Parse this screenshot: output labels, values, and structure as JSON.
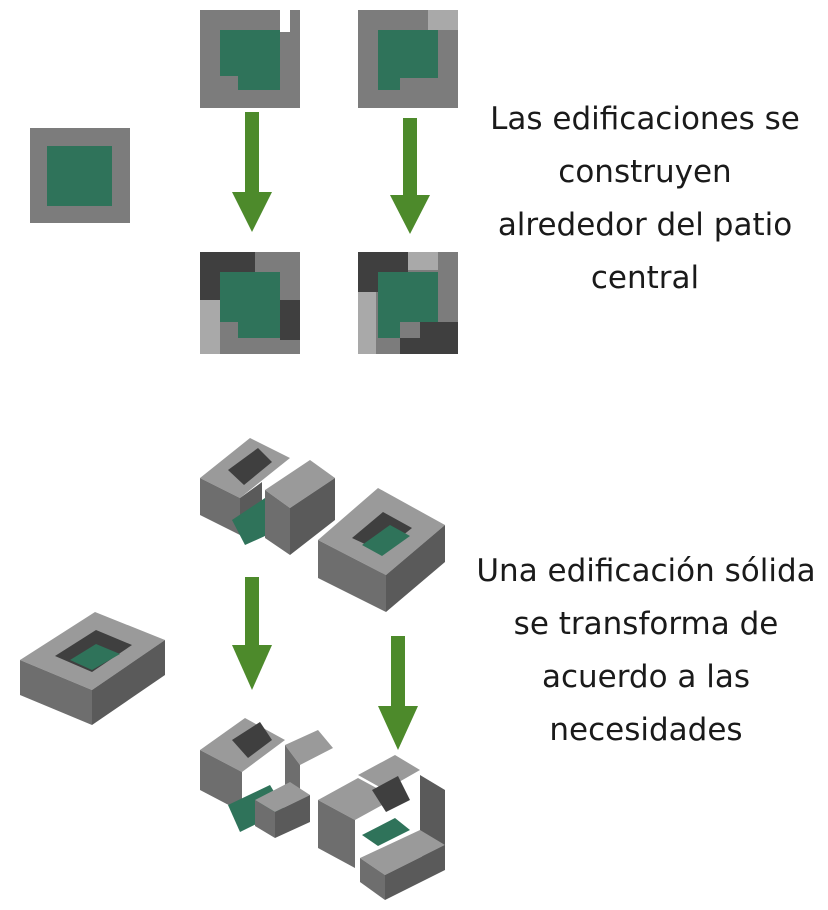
{
  "colors": {
    "wall_gray": "#7c7c7c",
    "wall_top": "#9a9a9a",
    "wall_dark": "#3f3f3f",
    "wall_light": "#a9a9a9",
    "courtyard_green": "#2f735a",
    "arrow_green": "#4d8a2b"
  },
  "captions": {
    "top": [
      "Las edificaciones se",
      "construyen",
      "alrededor del patio",
      "central"
    ],
    "bottom": [
      "Una edificación sólida",
      "se transforma de",
      "acuerdo a las",
      "necesidades"
    ]
  }
}
